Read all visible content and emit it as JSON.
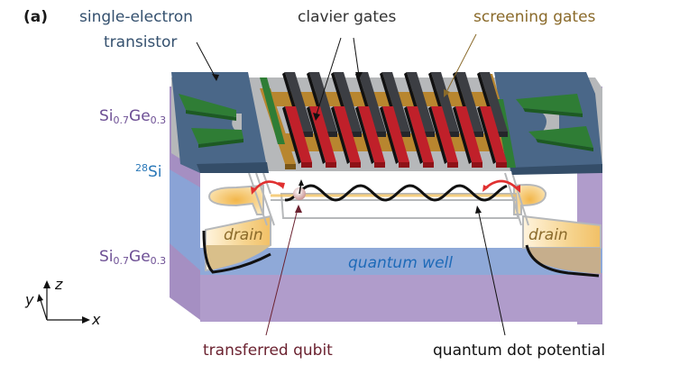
{
  "figure": {
    "panel_label": "(a)",
    "labels": {
      "set_line1": "single-electron",
      "set_line2": "transistor",
      "clavier_gates": "clavier gates",
      "screening_gates": "screening gates",
      "sige_top": {
        "base": "Si",
        "sub1": "0.7",
        "mid": "Ge",
        "sub2": "0.3"
      },
      "si28": {
        "sup": "28",
        "base": "Si"
      },
      "sige_bottom": {
        "base": "Si",
        "sub1": "0.7",
        "mid": "Ge",
        "sub2": "0.3"
      },
      "drain_left": "drain",
      "drain_right": "drain",
      "quantum_well": "quantum well",
      "transferred_qubit": "transferred qubit",
      "quantum_dot_potential": "quantum dot potential"
    },
    "axes": {
      "x": "x",
      "y": "y",
      "z": "z"
    },
    "colors": {
      "sige": "#b09ccb",
      "quantum_well": "#8fa9d8",
      "set_gate": "#4a6788",
      "green_gate": "#2f7d35",
      "clavier_dark": "#3c3e43",
      "clavier_red": "#c0202a",
      "screening": "#b8862f",
      "oxide": "#b6b8ba",
      "drain": "#f3cb7a",
      "arrow_red": "#e03030"
    }
  }
}
